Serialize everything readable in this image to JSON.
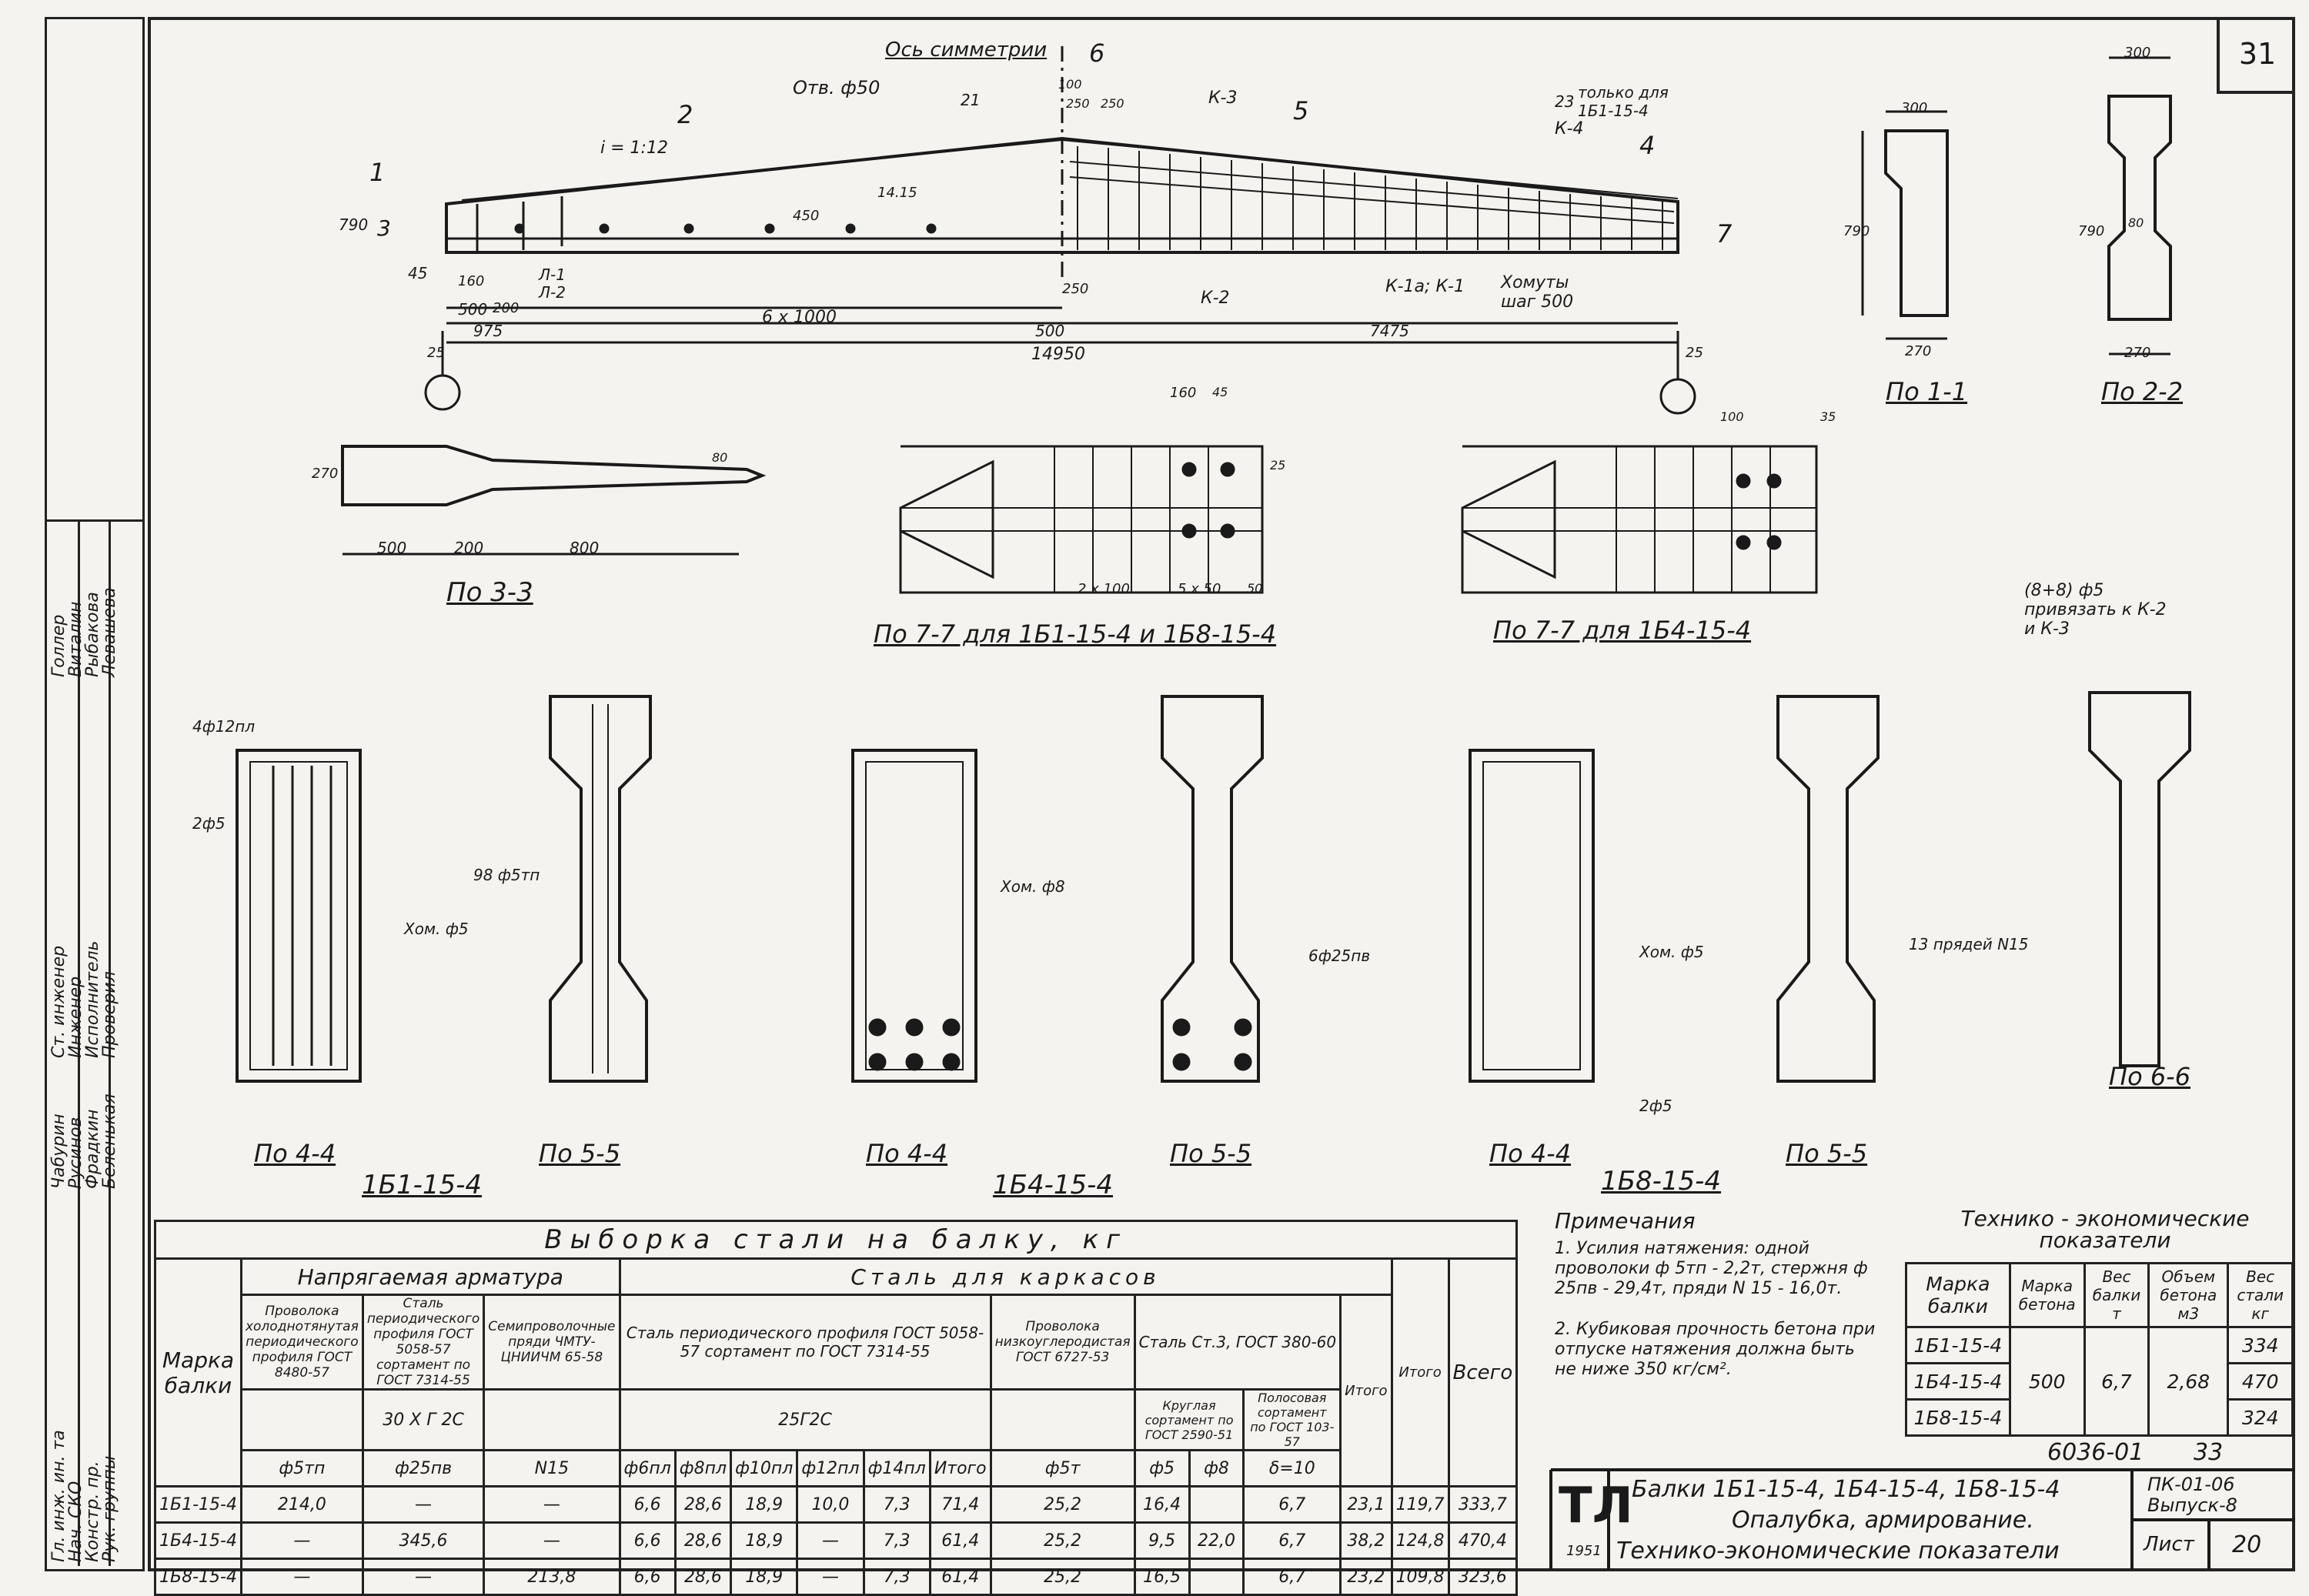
{
  "sheet": {
    "number": "31",
    "code": "6036-01",
    "code2": "33",
    "series": "ПК-01-06",
    "issue": "Выпуск-8",
    "sheet_label": "Лист",
    "sheet_no": "20",
    "year": "1951",
    "logo": "ТЛ",
    "title_lines": [
      "Балки 1Б1-15-4, 1Б4-15-4, 1Б8-15-4",
      "Опалубка, армирование.",
      "Технико-экономические показатели"
    ]
  },
  "elevation": {
    "axis": "Ось симметрии",
    "hole": "Отв. ф50",
    "slope": "i = 1:12",
    "only_for": "только для",
    "only_for_mark": "1Б1-15-4",
    "clamps": "Хомуты",
    "clamp_step": "шаг 500",
    "dims": [
      "790",
      "45",
      "160",
      "500",
      "200",
      "975",
      "6 x 1000",
      "500",
      "7475",
      "14950",
      "25",
      "25",
      "250",
      "100",
      "250",
      "250",
      "450",
      "14.15"
    ],
    "marks": [
      "К-3",
      "К-4",
      "К-2",
      "К-1а; К-1",
      "Л-1",
      "Л-2",
      "21",
      "23",
      "1",
      "2",
      "3",
      "4",
      "5",
      "6",
      "7"
    ]
  },
  "views": {
    "p11": "По 1-1",
    "p22": "По 2-2",
    "p33": "По 3-3",
    "p77a": "По 7-7 для 1Б1-15-4 и 1Б8-15-4",
    "p77b": "По 7-7 для 1Б4-15-4",
    "p44": "По 4-4",
    "p55": "По 5-5",
    "p66": "По 6-6",
    "g1": "1Б1-15-4",
    "g2": "1Б4-15-4",
    "g3": "1Б8-15-4",
    "dims11": [
      "300",
      "790",
      "270"
    ],
    "dims22": [
      "300",
      "790",
      "80",
      "270"
    ],
    "dims33": [
      "270",
      "500",
      "200",
      "800",
      "80"
    ],
    "dims77": [
      "160",
      "45",
      "2 x 100",
      "5 x 50",
      "50",
      "100",
      "35",
      "25"
    ],
    "note21": "(8+8) ф5 привязать к К-2 и К-3",
    "callouts": [
      "4ф12пл",
      "2ф5",
      "Хом. ф5",
      "Хом. ф8",
      "98 ф5тп",
      "6ф25пв",
      "13 прядей N15",
      "Хом. ф5",
      "2ф5"
    ]
  },
  "steel_table": {
    "title": "Выборка стали на балку, кг",
    "h_pre": "Напрягаемая арматура",
    "h_frame": "Сталь для каркасов",
    "h_mark": "Марка балки",
    "h_total": "Всего",
    "h_wire": "Проволока холоднотянутая периодического профиля ГОСТ 8480-57",
    "h_per": "Сталь периодического профиля ГОСТ 5058-57 сортамент по ГОСТ 7314-55",
    "h_strand": "Семипроволочные пряди ЧМТУ-ЦНИИЧМ 65-58",
    "h_per2": "Сталь периодического профиля ГОСТ 5058-57 сортамент по ГОСТ 7314-55",
    "h_lowc": "Проволока низкоуглеродистая ГОСТ 6727-53",
    "h_st3": "Сталь Ст.3, ГОСТ 380-60",
    "h_round": "Круглая сортамент по ГОСТ 2590-51",
    "h_flat": "Полосовая сортамент по ГОСТ 103-57",
    "grade1": "30 Х Г 2С",
    "grade2": "25Г2С",
    "sub_total": "Итого",
    "cols": [
      "ф5тп",
      "ф25пв",
      "N15",
      "ф6пл",
      "ф8пл",
      "ф10пл",
      "ф12пл",
      "ф14пл",
      "Итого",
      "ф5т",
      "ф5",
      "ф8",
      "δ=10",
      "Итого",
      "Итого"
    ],
    "rows": [
      {
        "mark": "1Б1-15-4",
        "c": [
          "214,0",
          "—",
          "—",
          "6,6",
          "28,6",
          "18,9",
          "10,0",
          "7,3",
          "71,4",
          "25,2",
          "16,4",
          "",
          "6,7",
          "23,1",
          "119,7",
          "333,7"
        ]
      },
      {
        "mark": "1Б4-15-4",
        "c": [
          "—",
          "345,6",
          "—",
          "6,6",
          "28,6",
          "18,9",
          "—",
          "7,3",
          "61,4",
          "25,2",
          "9,5",
          "22,0",
          "6,7",
          "38,2",
          "124,8",
          "470,4"
        ]
      },
      {
        "mark": "1Б8-15-4",
        "c": [
          "—",
          "—",
          "213,8",
          "6,6",
          "28,6",
          "18,9",
          "—",
          "7,3",
          "61,4",
          "25,2",
          "16,5",
          "",
          "6,7",
          "23,2",
          "109,8",
          "323,6"
        ]
      }
    ]
  },
  "notes": {
    "title": "Примечания",
    "items": [
      "1. Усилия натяжения: одной проволоки ф 5тп - 2,2т, стержня ф 25пв - 29,4т, пряди N 15 - 16,0т.",
      "2. Кубиковая прочность бетона при отпуске натяжения должна быть не ниже 350 кг/см²."
    ]
  },
  "teco": {
    "title": "Технико - экономические показатели",
    "h": [
      "Марка балки",
      "Марка бетона",
      "Вес балки т",
      "Объем бетона м3",
      "Вес стали кг"
    ],
    "marks": [
      "1Б1-15-4",
      "1Б4-15-4",
      "1Б8-15-4"
    ],
    "concrete": "500",
    "weight": "6,7",
    "volume": "2,68",
    "steel": [
      "334",
      "470",
      "324"
    ]
  },
  "sidebar": {
    "roles": [
      "Гл. инж. ин. та",
      "Нач. СКО",
      "Констр. пр.",
      "Рук. группы",
      "Ст. инженер",
      "Инженер",
      "Исполнитель",
      "Проверил"
    ],
    "names": [
      "Чабурин",
      "Русинов",
      "Фрадкин",
      "Беленькая",
      "Голлер",
      "Виталин",
      "Рыбакова",
      "Левашева"
    ]
  }
}
